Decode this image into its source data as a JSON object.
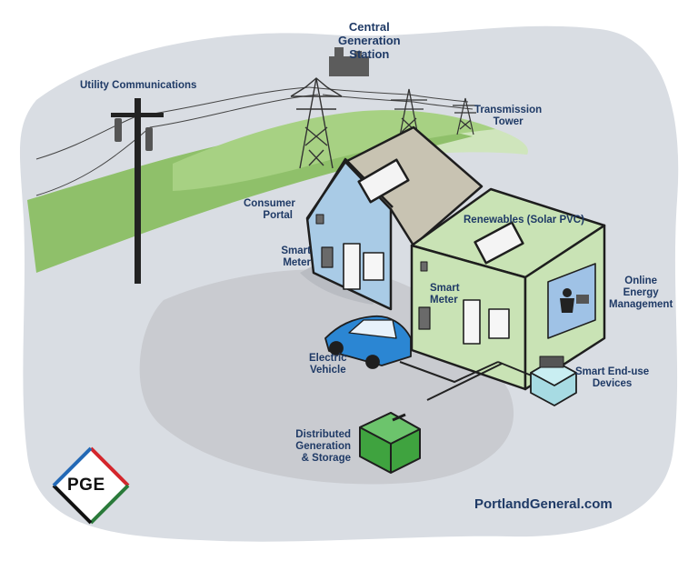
{
  "labels": {
    "central_generation": "Central\nGeneration\nStation",
    "utility_communications": "Utility Communications",
    "transmission_tower": "Transmission\nTower",
    "consumer_portal": "Consumer\nPortal",
    "smart_meter_1": "Smart\nMeter",
    "renewables": "Renewables (Solar PVC)",
    "smart_meter_2": "Smart\nMeter",
    "online_energy": "Online\nEnergy\nManagement",
    "electric_vehicle": "Electric\nVehicle",
    "smart_end_use": "Smart End-use\nDevices",
    "distributed_generation": "Distributed\nGeneration\n& Storage"
  },
  "brand": {
    "logo_text": "PGE",
    "url": "PortlandGeneral.com"
  },
  "colors": {
    "sky": "#d9dde3",
    "hills_green": "#8fc06a",
    "house_blue": "#a9cbe6",
    "house_green": "#c9e3b5",
    "roof": "#c8c3b2",
    "car": "#2b86d3",
    "generator": "#3fa33f",
    "device": "#a7dbe3",
    "label_text": "#1f3a66"
  }
}
